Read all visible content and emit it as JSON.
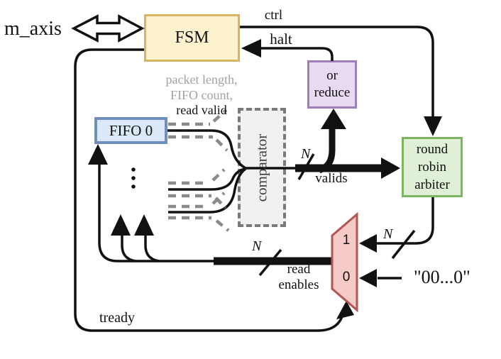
{
  "labels": {
    "m_axis": "m_axis",
    "ctrl": "ctrl",
    "halt": "halt",
    "note_gray1": "packet length,",
    "note_gray2": "FIFO count,",
    "note_black": "read valid",
    "bus_width": "N",
    "valids": "valids",
    "read_enables_line1": "read",
    "read_enables_line2": "enables",
    "tready": "tready",
    "zeros": "\"00...0\""
  },
  "blocks": {
    "fsm": "FSM",
    "fifo0": "FIFO 0",
    "or_reduce_line1": "or",
    "or_reduce_line2": "reduce",
    "comparator": "comparator",
    "arbiter_line1": "round",
    "arbiter_line2": "robin",
    "arbiter_line3": "arbiter",
    "mux_input_1": "1",
    "mux_input_0": "0"
  },
  "colors": {
    "fsm_fill": "#fcf3ce",
    "fsm_border": "#d8b55e",
    "fifo_fill": "#dbe8f7",
    "fifo_border": "#6e8fbf",
    "or_reduce_fill": "#e7daf1",
    "or_reduce_border": "#9d7eba",
    "arbiter_fill": "#dff0d7",
    "arbiter_border": "#7cb561",
    "mux_fill": "#f6cac6",
    "mux_border": "#b2544f",
    "comparator_fill": "#f1f1ef",
    "comparator_border": "#7a7a7a",
    "wire": "#111111",
    "muted_text": "#a2a2a2"
  }
}
